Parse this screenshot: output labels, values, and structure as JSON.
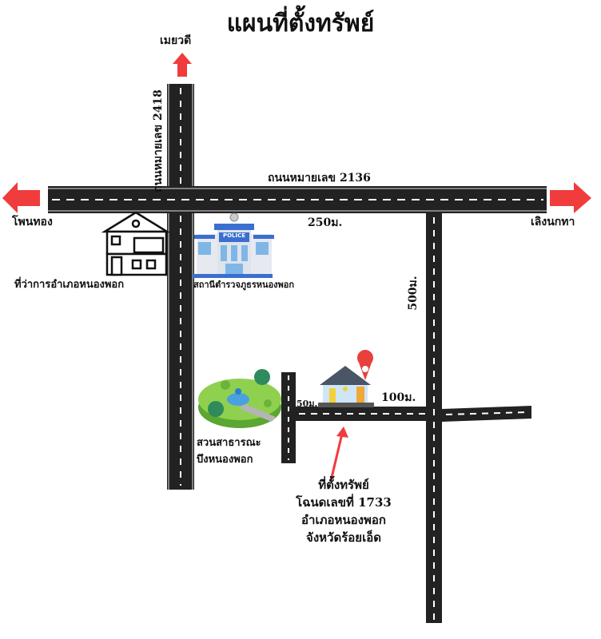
{
  "title": "แผนที่ตั้งทรัพย์",
  "directions": {
    "north": "เมยวดี",
    "west": "โพนทอง",
    "east": "เลิงนกทา"
  },
  "roads": {
    "vertical_main": "ถนนหมายเลข 2418",
    "horizontal_main": "ถนนหมายเลข 2136"
  },
  "distances": {
    "d250": "250ม.",
    "d500": "500ม.",
    "d50": "50ม.",
    "d100": "100ม."
  },
  "landmarks": {
    "district_office": "ที่ว่าการอำเภอหนองพอก",
    "police_station": "สถานีตำรวจภูธรหนองพอก",
    "police_sign": "POLICE",
    "park_line1": "สวนสาธารณะ",
    "park_line2": "บึงหนองพอก"
  },
  "property": {
    "line1": "ที่ตั้งทรัพย์",
    "line2": "โฉนดเลขที่ 1733",
    "line3": "อำเภอหนองพอก",
    "line4": "จังหวัดร้อยเอ็ด"
  },
  "colors": {
    "road": "#222222",
    "arrow": "#f03c3c",
    "police_blue": "#3a6fd0",
    "park_green": "#8fd14f"
  }
}
